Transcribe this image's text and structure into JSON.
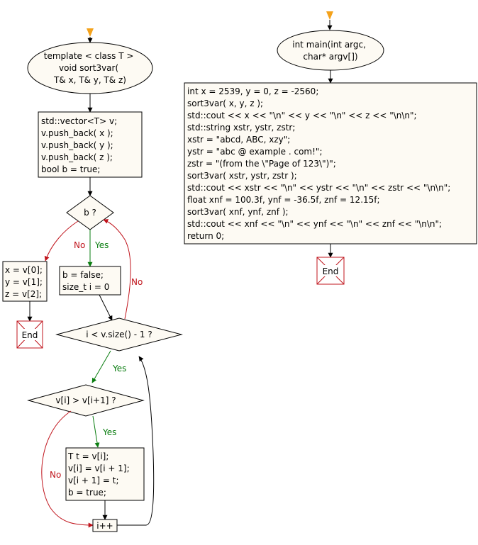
{
  "sort3var": {
    "header": [
      "template < class T >",
      "void sort3var(",
      "T& x, T& y, T& z)"
    ],
    "init": [
      "std::vector<T> v;",
      "v.push_back( x );",
      "v.push_back( y );",
      "v.push_back( z );",
      "bool b = true;"
    ],
    "cond_b": "b ?",
    "assign_out": [
      "x = v[0];",
      "y = v[1];",
      "z = v[2];"
    ],
    "reset": [
      "b = false;",
      "size_t i = 0"
    ],
    "cond_loop": "i < v.size() - 1 ?",
    "cond_cmp": "v[i] > v[i+1] ?",
    "swap": [
      "T t = v[i];",
      "v[i] = v[i + 1];",
      "v[i + 1] = t;",
      "b = true;"
    ],
    "incr": "i++",
    "end": "End"
  },
  "main": {
    "header": [
      "int main(int argc,",
      "char* argv[])"
    ],
    "body": [
      "int x = 2539, y = 0, z = -2560;",
      "sort3var( x, y, z );",
      "std::cout << x << \"\\n\" << y << \"\\n\" << z << \"\\n\\n\";",
      "std::string xstr, ystr, zstr;",
      "xstr = \"abcd, ABC, xzy\";",
      "ystr = \"abc @ example . com!\";",
      "zstr = \"(from the \\\"Page of 123\\\")\";",
      "sort3var( xstr, ystr, zstr );",
      "std::cout << xstr << \"\\n\" << ystr << \"\\n\" << zstr << \"\\n\\n\";",
      "float xnf = 100.3f, ynf = -36.5f, znf = 12.15f;",
      "sort3var( xnf, ynf, znf );",
      "std::cout << xnf << \"\\n\" << ynf << \"\\n\" << znf << \"\\n\\n\";",
      "return 0;"
    ],
    "end": "End"
  },
  "labels": {
    "yes": "Yes",
    "no": "No"
  },
  "colors": {
    "fill": "#fdfaf3",
    "yes": "#0a7d10",
    "no": "#c0141c",
    "start": "#f4a21b"
  }
}
